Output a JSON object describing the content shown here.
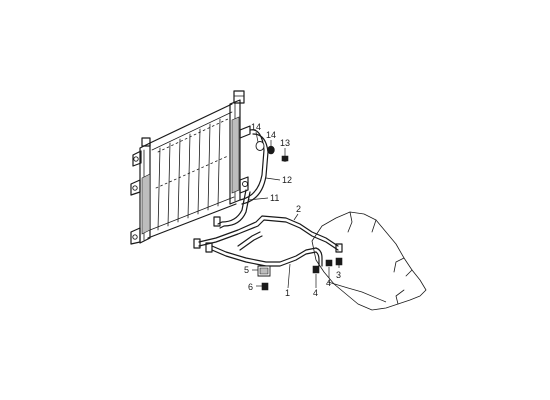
{
  "callouts": {
    "c1": "1",
    "c2": "2",
    "c3": "3",
    "c4a": "4",
    "c4b": "4",
    "c5": "5",
    "c6": "6",
    "c11": "11",
    "c12": "12",
    "c13": "13",
    "c14a": "14",
    "c14b": "14"
  },
  "icons": {
    "radiator": "radiator-assembly",
    "transmission": "transmission-housing-outline",
    "cooler_line_outlet": "cooler-pipe",
    "cooler_line_inlet": "cooler-pipe",
    "hose_upper": "cooler-hose",
    "hose_lower": "cooler-hose",
    "clip": "clip",
    "bolt": "bolt",
    "nut": "nut",
    "washer": "washer"
  },
  "colors": {
    "line": "#1a1a1a",
    "background": "#ffffff",
    "fill_light": "#bdbdbd"
  }
}
